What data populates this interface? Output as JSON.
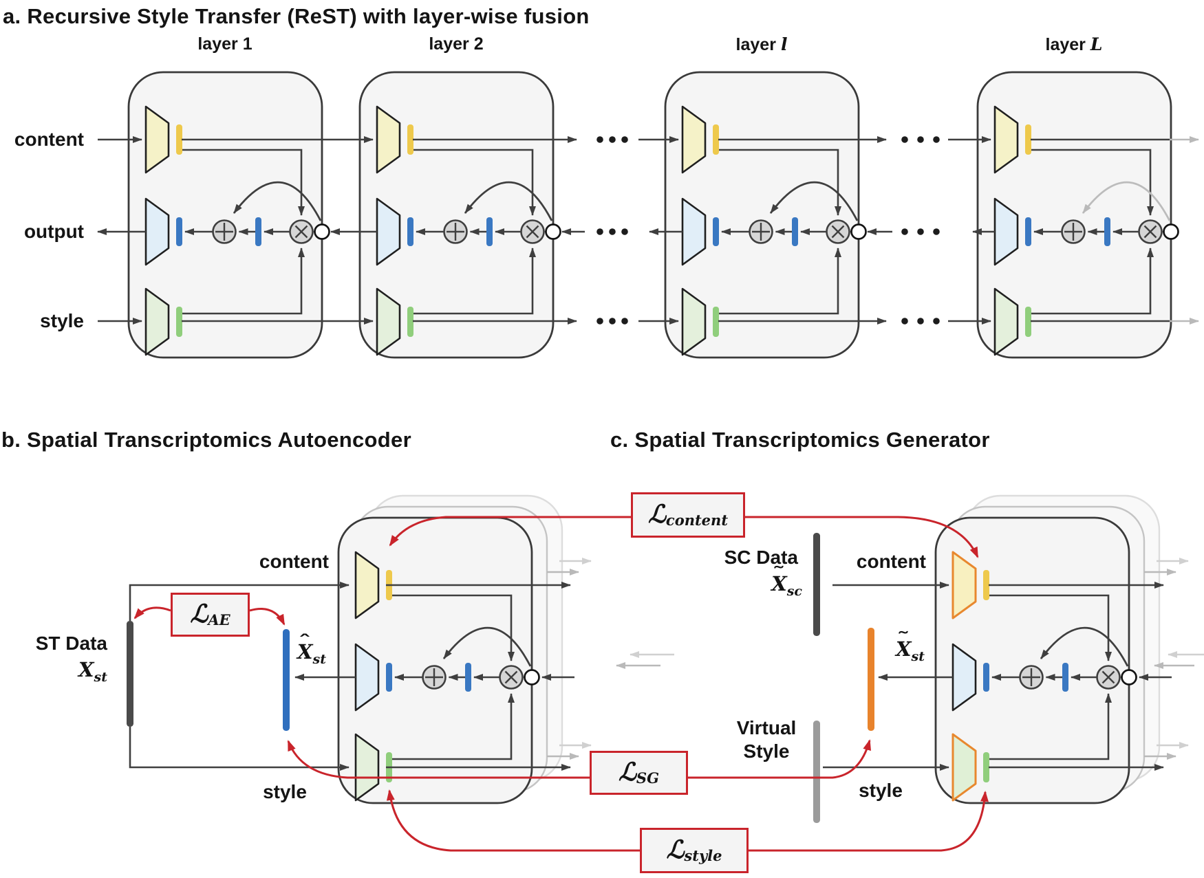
{
  "panel_a": {
    "title": "a. Recursive Style Transfer (ReST) with layer-wise fusion",
    "rows": {
      "content": "content",
      "output": "output",
      "style": "style"
    },
    "layers": [
      {
        "word": "layer",
        "num": "1"
      },
      {
        "word": "layer",
        "num": "2"
      },
      {
        "word": "layer",
        "num": "l"
      },
      {
        "word": "layer",
        "num": "L"
      }
    ]
  },
  "panel_b": {
    "title": "b. Spatial Transcriptomics Autoencoder",
    "st_data": {
      "label": "ST Data",
      "var": {
        "base": "X",
        "sub": "st"
      }
    },
    "xhat": {
      "accent": "ˆ",
      "base": "X",
      "sub": "st"
    },
    "content_label": "content",
    "style_label": "style"
  },
  "panel_c": {
    "title": "c. Spatial Transcriptomics Generator",
    "sc_data": {
      "label": "SC Data",
      "var": {
        "accent": "˜",
        "base": "X",
        "sub": "sc"
      }
    },
    "xtilde": {
      "accent": "˜",
      "base": "X",
      "sub": "st"
    },
    "content_label": "content",
    "style_label": "style",
    "virtual_style": {
      "line1": "Virtual",
      "line2": "Style"
    }
  },
  "losses": {
    "ae": {
      "base": "ℒ",
      "sub": "AE"
    },
    "content": {
      "base": "ℒ",
      "sub": "content"
    },
    "sg": {
      "base": "ℒ",
      "sub": "SG"
    },
    "style": {
      "base": "ℒ",
      "sub": "style"
    }
  },
  "colors": {
    "content_yellow": "#eec94c",
    "output_blue": "#3a78c2",
    "style_green": "#90ce7c",
    "generator_orange": "#e8832c",
    "loss_red": "#c9242b",
    "data_gray": "#4a4a4a",
    "virtual_gray": "#9b9b9b"
  }
}
